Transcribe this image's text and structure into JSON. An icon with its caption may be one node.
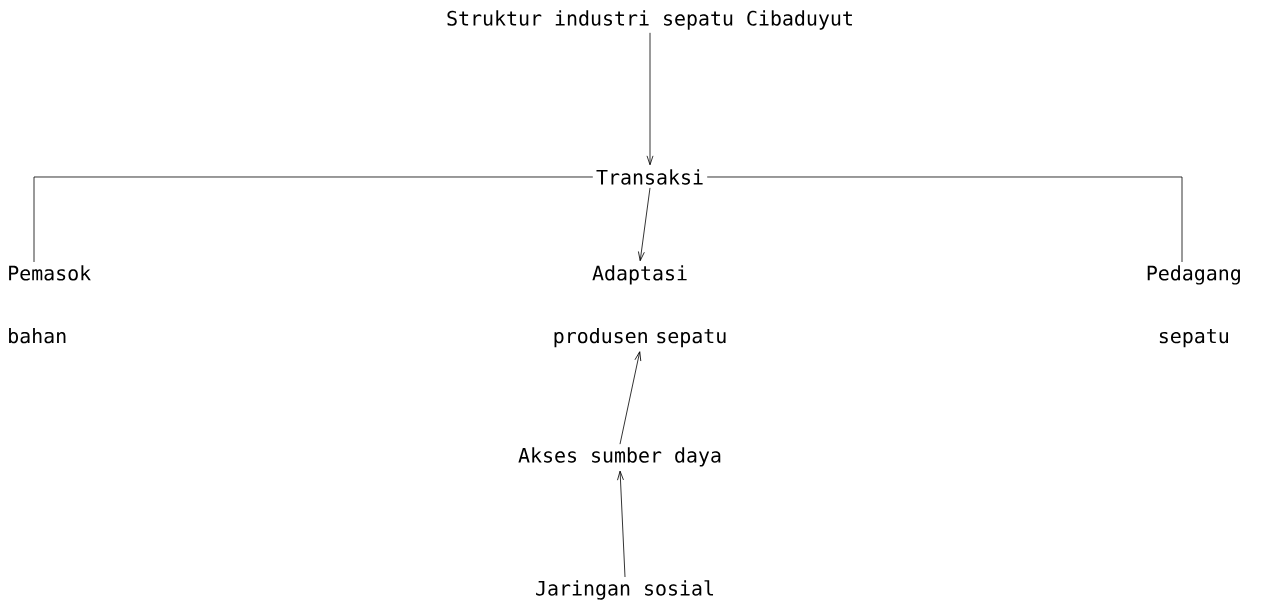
{
  "diagram": {
    "nodes": [
      {
        "text": [
          "Struktur industri sepatu Cibaduyut"
        ]
      },
      {
        "text": [
          "Transaksi"
        ]
      },
      {
        "text": [
          "Pemasok bahan"
        ]
      },
      {
        "text": [
          "Adaptasi produsen sepatu"
        ]
      },
      {
        "text": [
          "Pedagang sepatu"
        ]
      },
      {
        "text": [
          "Akses sumber daya"
        ]
      },
      {
        "text": [
          "Jaringan sosial"
        ]
      }
    ],
    "edges": [
      {
        "from": 0,
        "to": 1,
        "arrow": "to"
      },
      {
        "from": 1,
        "to": 2,
        "arrow": "none"
      },
      {
        "from": 1,
        "to": 3,
        "arrow": "to"
      },
      {
        "from": 1,
        "to": 4,
        "arrow": "none"
      },
      {
        "from": 5,
        "to": 3,
        "arrow": "to"
      },
      {
        "from": 6,
        "to": 5,
        "arrow": "to"
      }
    ]
  }
}
